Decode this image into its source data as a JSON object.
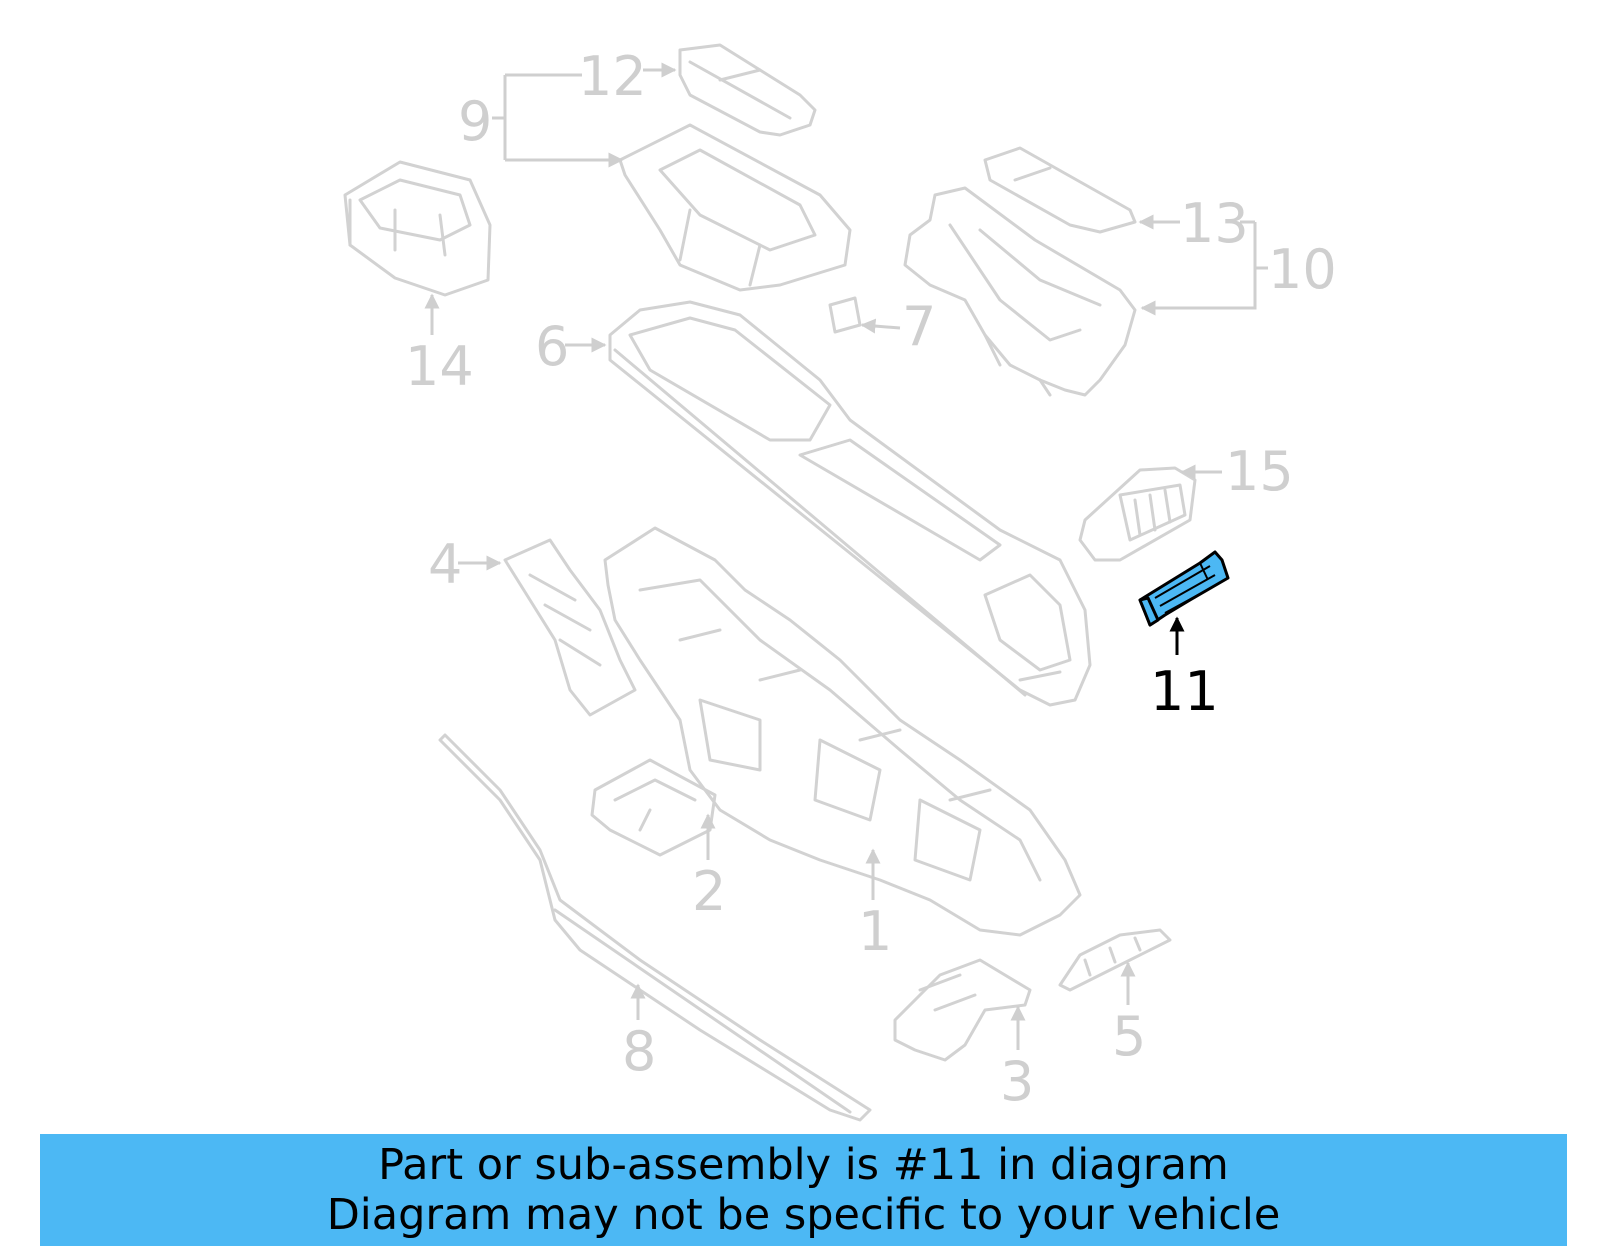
{
  "callouts": {
    "c1": "1",
    "c2": "2",
    "c3": "3",
    "c4": "4",
    "c5": "5",
    "c6": "6",
    "c7": "7",
    "c8": "8",
    "c9": "9",
    "c10": "10",
    "c11": "11",
    "c12": "12",
    "c13": "13",
    "c14": "14",
    "c15": "15"
  },
  "highlight_part": "11",
  "colors": {
    "highlight_fill": "#4cb8f4",
    "line_gray": "#d2d2d2",
    "banner_bg": "#4cb8f4"
  },
  "banner": {
    "line1": "Part or sub-assembly is #11 in diagram",
    "line2": "Diagram may not be specific to your vehicle"
  }
}
